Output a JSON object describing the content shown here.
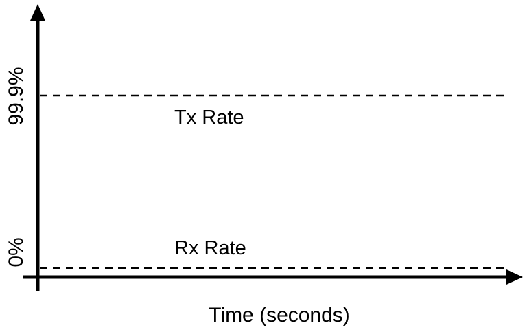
{
  "chart_data": {
    "type": "line",
    "title": "",
    "xlabel": "Time (seconds)",
    "ylabel": "",
    "y_ticks": [
      "0%",
      "99.9%"
    ],
    "series": [
      {
        "name": "Tx Rate",
        "value": "99.9%",
        "style": "dashed"
      },
      {
        "name": "Rx Rate",
        "value": "0%",
        "style": "dashed"
      }
    ],
    "grid": false,
    "colors": {
      "axis": "#000000",
      "line": "#000000"
    }
  }
}
